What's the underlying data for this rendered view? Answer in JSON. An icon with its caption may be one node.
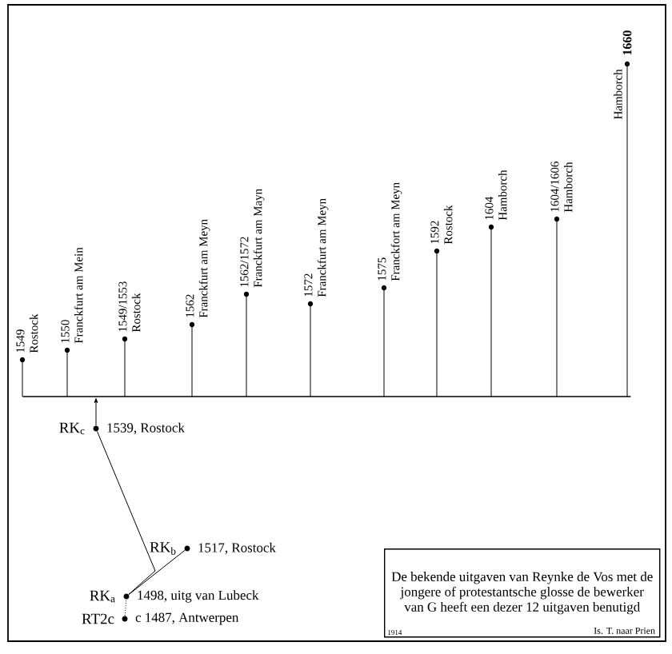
{
  "diagram": {
    "nodes": [
      {
        "text": [],
        "shape": "bar"
      },
      {
        "text": [
          "1549",
          "Rostock"
        ]
      },
      {
        "text": [
          "1550",
          "Franckfurt am Mein"
        ]
      },
      {
        "text": [
          "1549/1553",
          "Rostock"
        ]
      },
      {
        "text": [
          "1562",
          "Franckfurt am Meyn"
        ]
      },
      {
        "text": [
          "1562/1572",
          "Franckfurt am Mayn"
        ]
      },
      {
        "text": [
          "1572",
          "Franckfurt am Meyn"
        ]
      },
      {
        "text": [
          "1575",
          "Franckfort am Meyn"
        ]
      },
      {
        "text": [
          "1592",
          "Rostock"
        ]
      },
      {
        "text": [
          "1604",
          "Hamborch"
        ]
      },
      {
        "text": [
          "1604/1606",
          "Hamborch"
        ]
      },
      {
        "text": [
          "1660",
          "Hamborch"
        ]
      },
      {
        "text": [
          "RK$_{c}$",
          "1539, Rostock"
        ]
      },
      {
        "text": [
          "RK$_{b}$",
          "1517, Rostock"
        ]
      },
      {
        "text": [
          "RK$_{a}$",
          "1498, uitg van Lubeck"
        ]
      },
      {
        "text": [
          "RT2c",
          "c 1487, Antwerpen"
        ]
      },
      {
        "text": [
          "De bekende uitgaven van Reynke de Vos met de jongere of protestantsche glosse de bewerker van G heeft een dezer 12 uitgaven benutigd",
          "1914",
          "Is. T. naar Prien"
        ]
      }
    ],
    "edges": [
      {
        "from": 0,
        "to": 1,
        "arrow": "none"
      },
      {
        "from": 0,
        "to": 2,
        "arrow": "none"
      },
      {
        "from": 0,
        "to": 3,
        "arrow": "none"
      },
      {
        "from": 0,
        "to": 4,
        "arrow": "none"
      },
      {
        "from": 0,
        "to": 5,
        "arrow": "none"
      },
      {
        "from": 0,
        "to": 6,
        "arrow": "none"
      },
      {
        "from": 0,
        "to": 7,
        "arrow": "none"
      },
      {
        "from": 0,
        "to": 8,
        "arrow": "none"
      },
      {
        "from": 0,
        "to": 9,
        "arrow": "none"
      },
      {
        "from": 0,
        "to": 10,
        "arrow": "none"
      },
      {
        "from": 0,
        "to": 11,
        "arrow": "none"
      },
      {
        "from": 12,
        "to": 0,
        "arrow": "to"
      },
      {
        "from": 14,
        "to": 13,
        "arrow": "none"
      },
      {
        "from": 14,
        "to": 12,
        "arrow": "none"
      },
      {
        "from": 15,
        "to": 14,
        "arrow": "none",
        "style": "dashed"
      }
    ]
  }
}
